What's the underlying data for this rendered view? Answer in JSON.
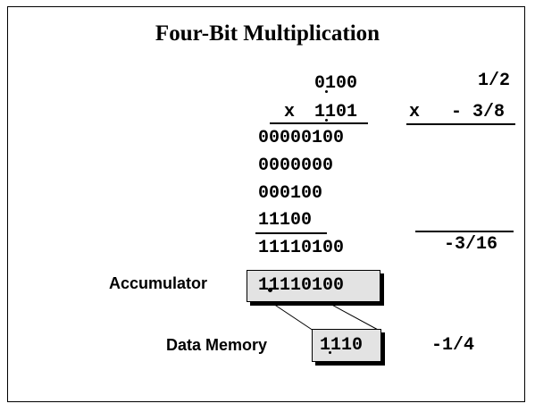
{
  "title": "Four-Bit Multiplication",
  "binary": {
    "multiplicand": "0100",
    "multiplier_op": "x",
    "multiplier": "1101",
    "partials": [
      "00000100",
      "0000000",
      "000100",
      "11100"
    ],
    "product": "11110100"
  },
  "fraction": {
    "multiplicand": "1/2",
    "multiplier_op": "x",
    "multiplier": "- 3/8",
    "product": "-3/16"
  },
  "accumulator": {
    "label": "Accumulator",
    "value": "11110100"
  },
  "data_memory": {
    "label": "Data Memory",
    "value": "1110",
    "fraction": "-1/4"
  }
}
